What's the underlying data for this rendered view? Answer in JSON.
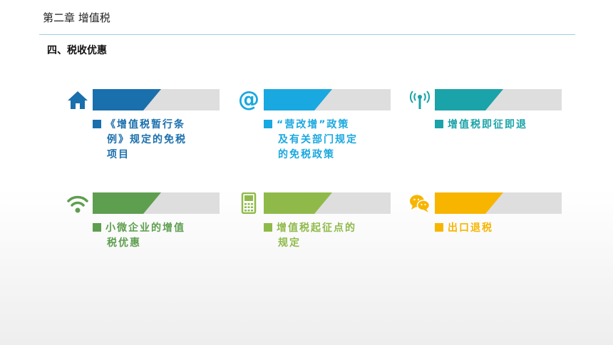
{
  "header": {
    "chapter": "第二章 增值税",
    "section": "四、税收优惠"
  },
  "items": [
    {
      "icon": "home-icon",
      "color": "#1a6fad",
      "lines": [
        "《增值税暂行条",
        "例》规定的免税",
        "项目"
      ]
    },
    {
      "icon": "at-sign-icon",
      "color": "#1aa8e0",
      "lines": [
        "“营改增”政策",
        "及有关部门规定",
        "的免税政策"
      ]
    },
    {
      "icon": "antenna-signal-icon",
      "color": "#1aa3a8",
      "lines": [
        "增值税即征即退"
      ]
    },
    {
      "icon": "wifi-icon",
      "color": "#5e9e4f",
      "lines": [
        "小微企业的增值",
        "税优惠"
      ]
    },
    {
      "icon": "mobile-phone-icon",
      "color": "#8fba4a",
      "lines": [
        "增值税起征点的",
        "规定"
      ]
    },
    {
      "icon": "chat-bubbles-icon",
      "color": "#f7b500",
      "lines": [
        "出口退税"
      ]
    }
  ]
}
